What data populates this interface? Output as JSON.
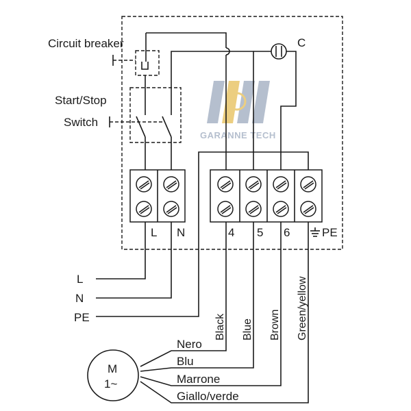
{
  "labels": {
    "circuit_breaker": "Circuit breaker",
    "start_stop": "Start/Stop",
    "switch": "Switch",
    "capacitor": "C",
    "terminal_l": "L",
    "terminal_n": "N",
    "terminal_4": "4",
    "terminal_5": "5",
    "terminal_6": "6",
    "terminal_pe": "PE",
    "supply_l": "L",
    "supply_n": "N",
    "supply_pe": "PE",
    "wire_black": "Black",
    "wire_blue": "Blue",
    "wire_brown": "Brown",
    "wire_green_yellow": "Green/yellow",
    "motor_m": "M",
    "motor_phase": "1~",
    "motor_nero": "Nero",
    "motor_blu": "Blu",
    "motor_marrone": "Marrone",
    "motor_giallo_verde": "Giallo/verde",
    "watermark": "GARANNE TECH"
  },
  "colors": {
    "line": "#1a1a1a",
    "watermark_blue": "#a9b4c6",
    "watermark_gold": "#e9c66a"
  }
}
